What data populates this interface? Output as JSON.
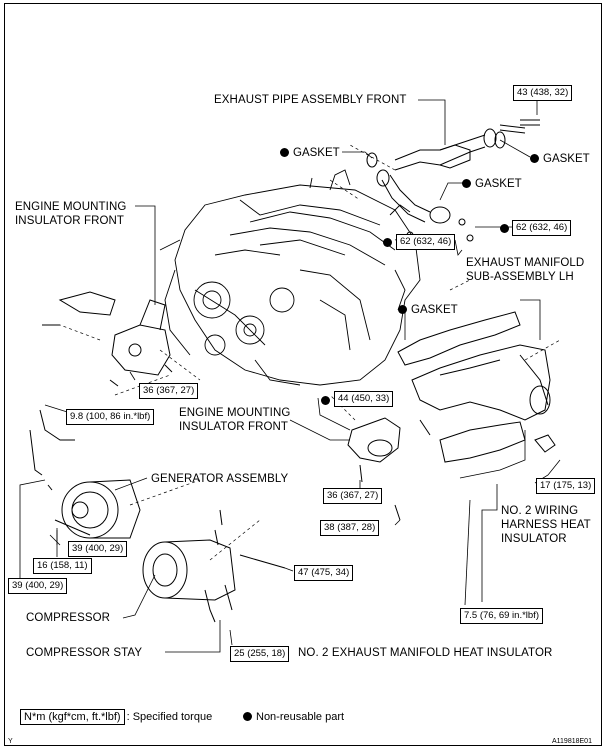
{
  "labels": {
    "exhaust_pipe": "EXHAUST PIPE ASSEMBLY FRONT",
    "engine_mount_front_1": "ENGINE MOUNTING\nINSULATOR FRONT",
    "engine_mount_front_2": "ENGINE MOUNTING\nINSULATOR FRONT",
    "exhaust_manifold": "EXHAUST MANIFOLD\nSUB-ASSEMBLY LH",
    "generator": "GENERATOR ASSEMBLY",
    "no2_wiring": "NO. 2 WIRING\nHARNESS HEAT\nINSULATOR",
    "compressor": "COMPRESSOR",
    "compressor_stay": "COMPRESSOR STAY",
    "no2_heat_insulator": "NO. 2 EXHAUST MANIFOLD HEAT INSULATOR"
  },
  "gaskets": {
    "g1": "GASKET",
    "g2": "GASKET",
    "g3": "GASKET",
    "g4": "GASKET"
  },
  "torques": {
    "t43": "43 (438, 32)",
    "t62a": "62 (632, 46)",
    "t62b": "62 (632, 46)",
    "t36a": "36 (367, 27)",
    "t98": "9.8 (100, 86 in.*lbf)",
    "t44": "44 (450, 33)",
    "t36b": "36 (367, 27)",
    "t38": "38 (387, 28)",
    "t17": "17 (175, 13)",
    "t39a": "39 (400, 29)",
    "t16": "16 (158, 11)",
    "t39b": "39 (400, 29)",
    "t47": "47 (475, 34)",
    "t25": "25 (255, 18)",
    "t75": "7.5 (76, 69 in.*lbf)"
  },
  "legend": {
    "unit": "N*m (kgf*cm, ft.*lbf)",
    "torque_text": ": Specified torque",
    "nonreusable_text": "Non-reusable part"
  },
  "corner": {
    "left": "Y",
    "right": "A119818E01"
  }
}
